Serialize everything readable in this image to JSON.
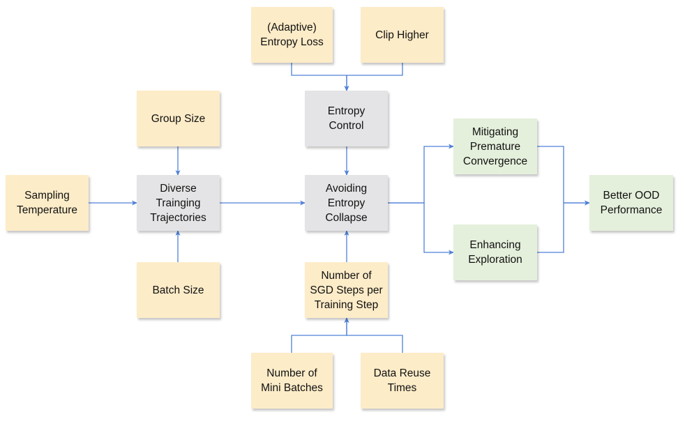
{
  "colors": {
    "factor": "#fdecc8",
    "intermediate": "#e4e4e6",
    "outcome": "#e5f0dc",
    "edge": "#4f81d6"
  },
  "nodes": {
    "adaptive_entropy_loss": {
      "label": "(Adaptive)\nEntropy Loss",
      "kind": "factor"
    },
    "clip_higher": {
      "label": "Clip Higher",
      "kind": "factor"
    },
    "group_size": {
      "label": "Group Size",
      "kind": "factor"
    },
    "entropy_control": {
      "label": "Entropy\nControl",
      "kind": "intermediate"
    },
    "sampling_temperature": {
      "label": "Sampling\nTemperature",
      "kind": "factor"
    },
    "diverse_training_trajectories": {
      "label": "Diverse\nTrainging\nTrajectories",
      "kind": "intermediate"
    },
    "avoiding_entropy_collapse": {
      "label": "Avoiding\nEntropy\nCollapse",
      "kind": "intermediate"
    },
    "mitigating_premature_convergence": {
      "label": "Mitigating\nPremature\nConvergence",
      "kind": "outcome"
    },
    "enhancing_exploration": {
      "label": "Enhancing\nExploration",
      "kind": "outcome"
    },
    "better_ood_performance": {
      "label": "Better OOD\nPerformance",
      "kind": "outcome"
    },
    "batch_size": {
      "label": "Batch Size",
      "kind": "factor"
    },
    "sgd_steps_per_training_step": {
      "label": "Number of\nSGD Steps per\nTraining Step",
      "kind": "factor"
    },
    "number_of_mini_batches": {
      "label": "Number of\nMini Batches",
      "kind": "factor"
    },
    "data_reuse_times": {
      "label": "Data Reuse\nTimes",
      "kind": "factor"
    }
  },
  "edges": [
    {
      "from": "adaptive_entropy_loss",
      "to": "entropy_control"
    },
    {
      "from": "clip_higher",
      "to": "entropy_control"
    },
    {
      "from": "entropy_control",
      "to": "avoiding_entropy_collapse"
    },
    {
      "from": "group_size",
      "to": "diverse_training_trajectories"
    },
    {
      "from": "sampling_temperature",
      "to": "diverse_training_trajectories"
    },
    {
      "from": "batch_size",
      "to": "diverse_training_trajectories"
    },
    {
      "from": "diverse_training_trajectories",
      "to": "avoiding_entropy_collapse"
    },
    {
      "from": "sgd_steps_per_training_step",
      "to": "avoiding_entropy_collapse"
    },
    {
      "from": "number_of_mini_batches",
      "to": "sgd_steps_per_training_step"
    },
    {
      "from": "data_reuse_times",
      "to": "sgd_steps_per_training_step"
    },
    {
      "from": "avoiding_entropy_collapse",
      "to": "mitigating_premature_convergence"
    },
    {
      "from": "avoiding_entropy_collapse",
      "to": "enhancing_exploration"
    },
    {
      "from": "mitigating_premature_convergence",
      "to": "better_ood_performance"
    },
    {
      "from": "enhancing_exploration",
      "to": "better_ood_performance"
    }
  ]
}
